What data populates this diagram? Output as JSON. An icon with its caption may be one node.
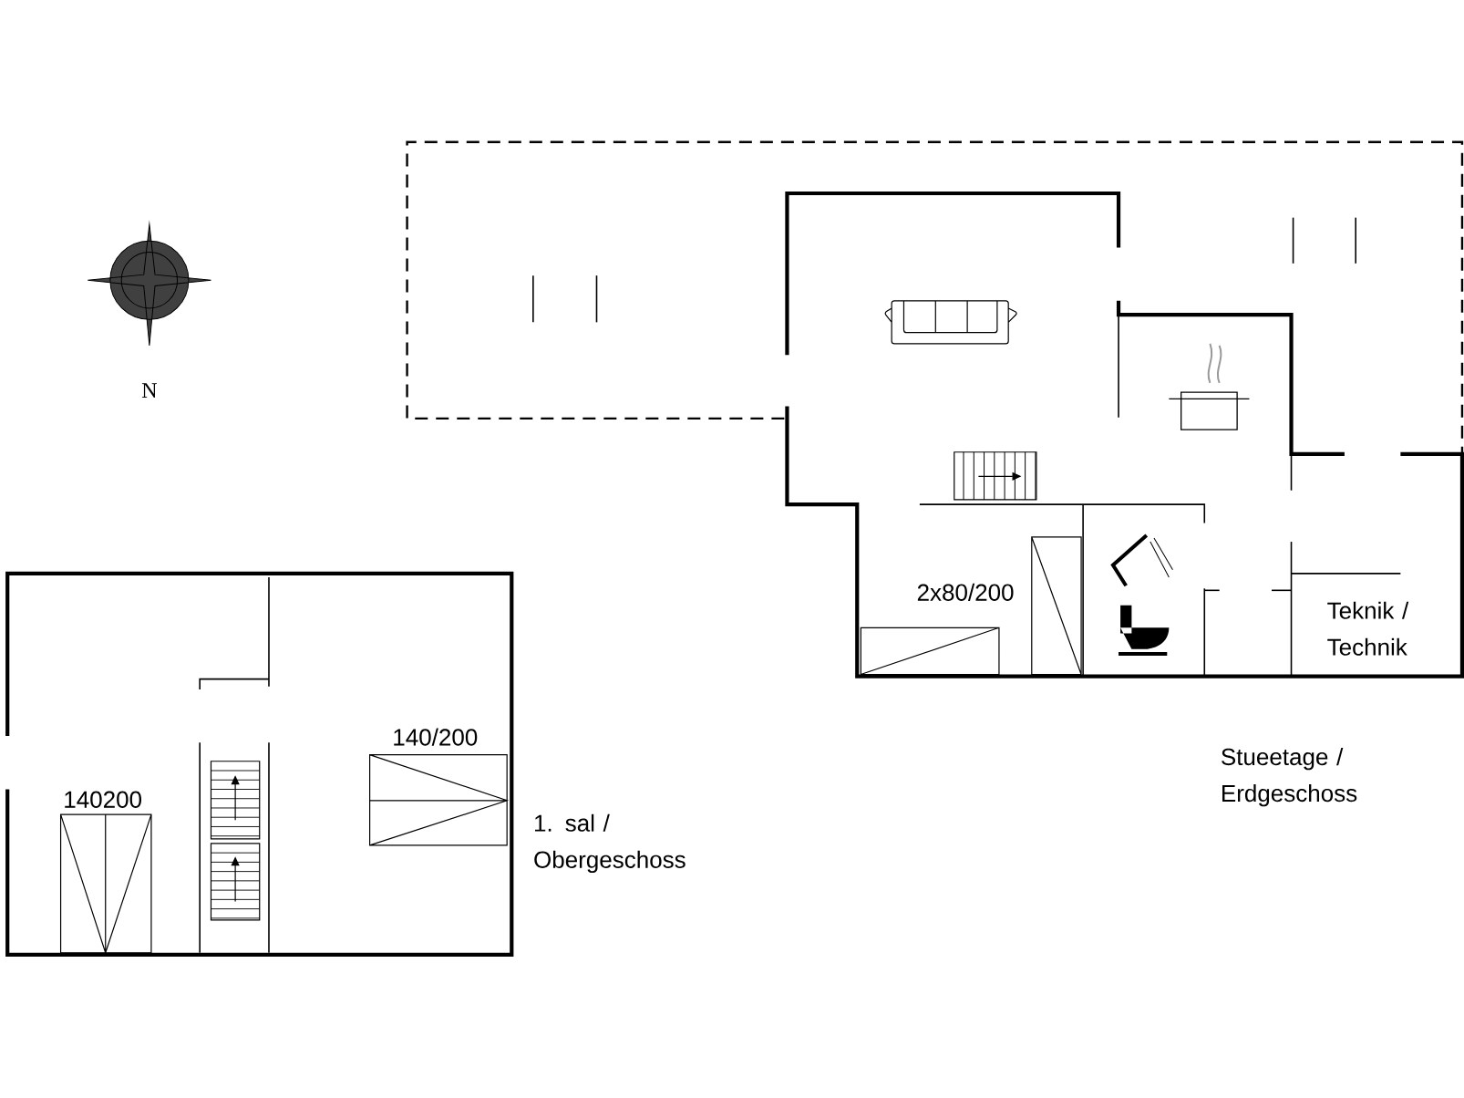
{
  "diagram": {
    "labels": [
      "N",
      "2x80/200",
      "Teknik / Technik",
      "Stueetage / Erdgeschoss",
      "140/200",
      "140200",
      "1. sal / Obergeschoss"
    ]
  }
}
